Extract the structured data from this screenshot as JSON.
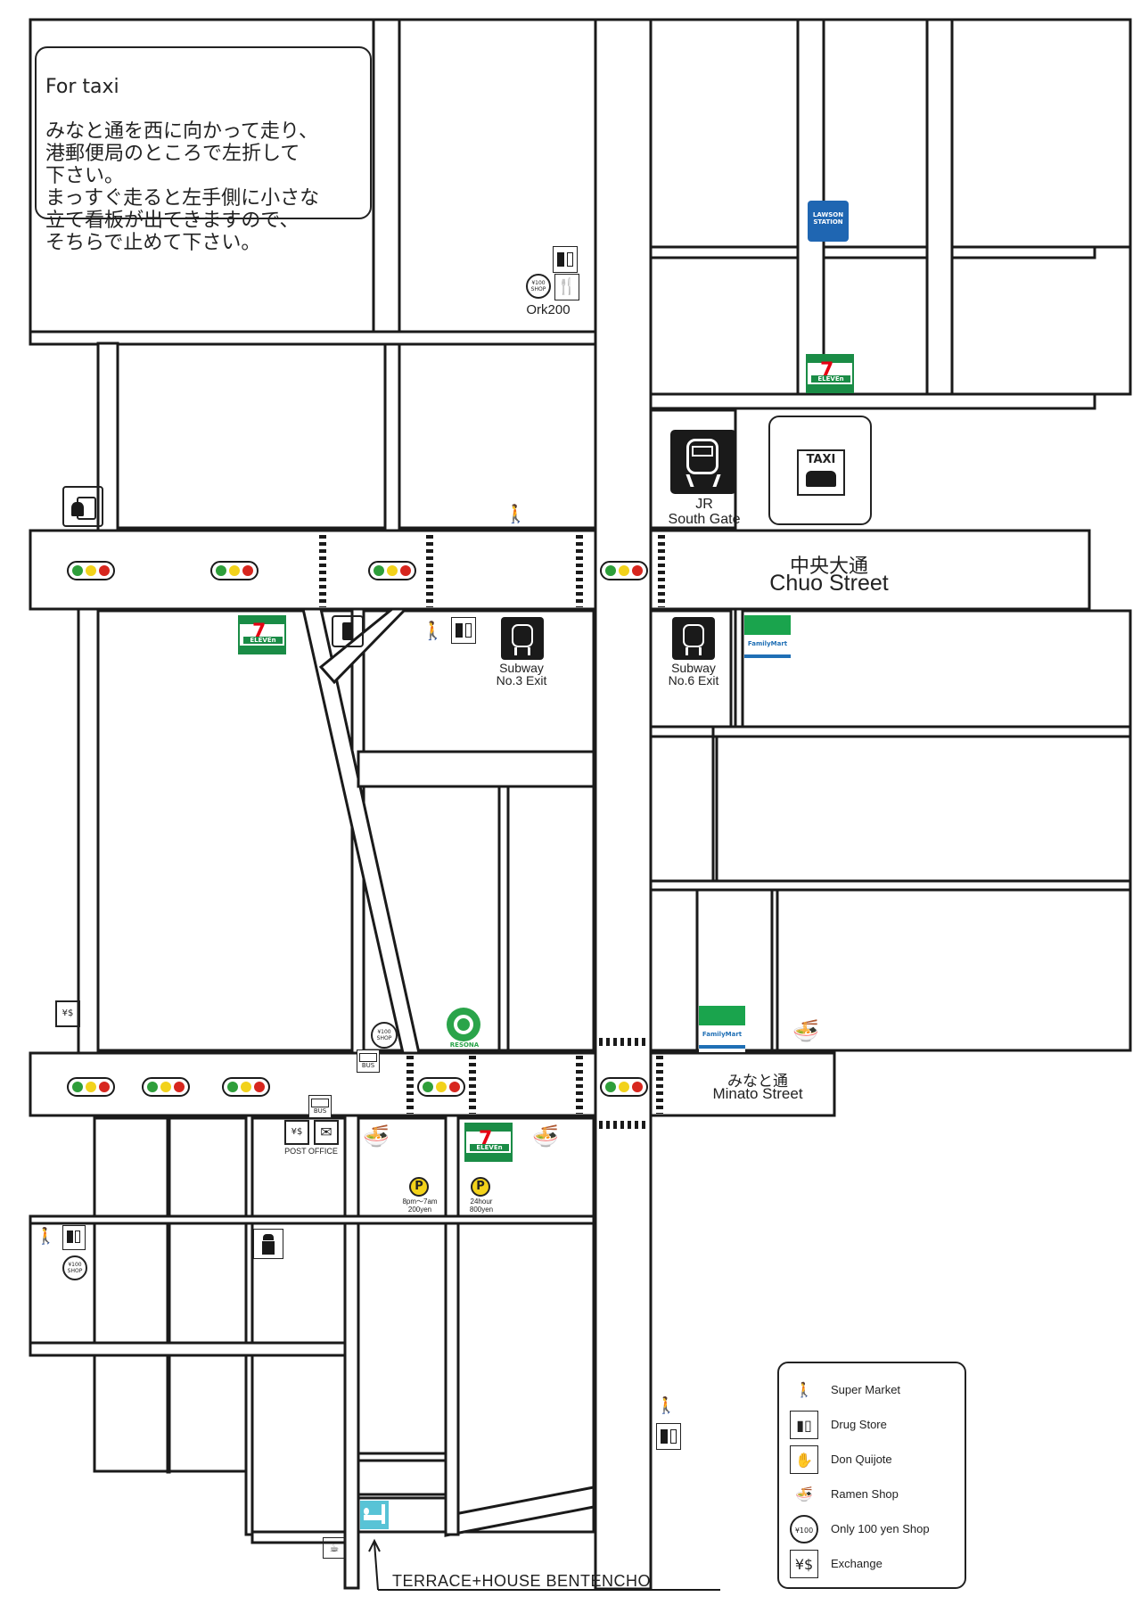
{
  "taxi_note": {
    "heading": "For taxi",
    "body": "みなと通を西に向かって走り、\n港郵便局のところで左折して\n下さい。\nまっすぐ走ると左手側に小さな\n立て看板が出てきますので、\nそちらで止めて下さい。"
  },
  "streets": {
    "chuo_jp": "中央大通",
    "chuo_en": "Chuo Street",
    "minato_jp": "みなと通",
    "minato_en": "Minato Street"
  },
  "stations": {
    "jr": "JR\nSouth Gate",
    "subway3": "Subway\nNo.3 Exit",
    "subway6": "Subway\nNo.6 Exit"
  },
  "places": {
    "ork": "Ork200",
    "taxi": "TAXI",
    "lawson": "LAWSON\nSTATION",
    "seven": "ELEVEn",
    "familymart": "FamilyMart",
    "resona": "RESONA",
    "post_office": "POST OFFICE",
    "bus": "BUS",
    "shop100": "¥100\nSHOP",
    "p1_letter": "P",
    "p1_text": "8pm～7am\n200yen",
    "p2_letter": "P",
    "p2_text": "24hour\n800yen",
    "destination": "TERRACE+HOUSE BENTENCHO"
  },
  "legend": [
    {
      "icon": "supermarket-icon",
      "label": "Super Market"
    },
    {
      "icon": "drugstore-icon",
      "label": "Drug Store"
    },
    {
      "icon": "don-quijote-icon",
      "label": "Don Quijote"
    },
    {
      "icon": "ramen-icon",
      "label": "Ramen Shop"
    },
    {
      "icon": "100yen-shop-icon",
      "label": "Only 100 yen Shop"
    },
    {
      "icon": "exchange-icon",
      "label": "Exchange"
    }
  ],
  "colors": {
    "seven_green": "#1a8c46",
    "seven_orange": "#f39800",
    "seven_red": "#e60012",
    "familymart_green": "#1aa44d",
    "familymart_blue": "#1f6fb5",
    "lawson_blue": "#1f66b2",
    "resona_green": "#2aa44a",
    "parking_yellow": "#f3d21a",
    "light_green": "#2e9e3a",
    "light_yellow": "#f2d21b",
    "light_red": "#d7261e",
    "hotel_cyan": "#58c3d6"
  }
}
